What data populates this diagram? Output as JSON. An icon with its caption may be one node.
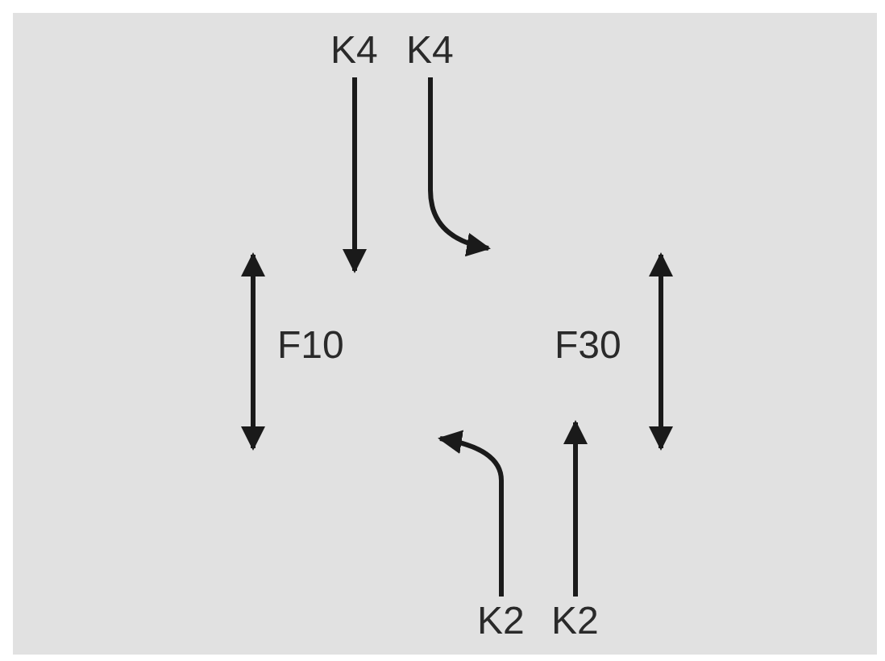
{
  "diagram": {
    "nodes": [
      {
        "text": [
          "K4"
        ]
      },
      {
        "text": [
          "K4"
        ]
      },
      {
        "text": [
          "K2"
        ]
      },
      {
        "text": [
          "K2"
        ]
      }
    ],
    "edges": [
      {
        "from": 0,
        "to": null,
        "arrow": "to"
      },
      {
        "from": 1,
        "to": null,
        "arrow": "to"
      },
      {
        "from": 2,
        "to": null,
        "arrow": "to"
      },
      {
        "from": 3,
        "to": null,
        "arrow": "to"
      }
    ],
    "labels": [
      "F10",
      "F30"
    ]
  }
}
